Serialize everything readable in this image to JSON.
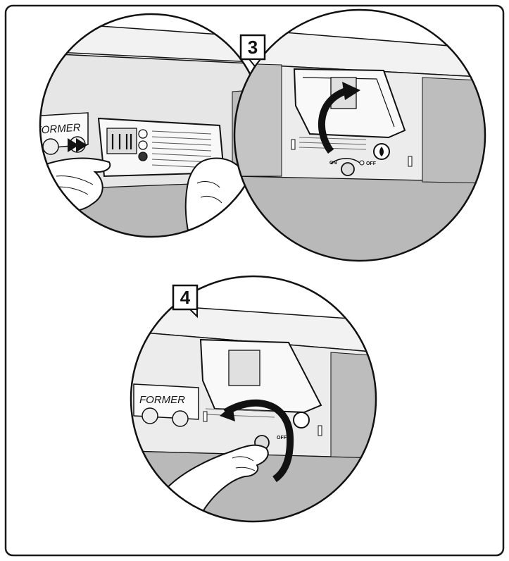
{
  "steps": {
    "step3": {
      "number": "3"
    },
    "step4": {
      "number": "4"
    }
  },
  "panel_text": {
    "brand": "FORMER",
    "on": "ON",
    "off": "OFF"
  },
  "colors": {
    "frame": "#1a1a1a",
    "fill_dark": "#b9b9b9",
    "fill_light": "#e4e4e4",
    "panel": "#f6f6f6",
    "line": "#111111"
  },
  "icons": [
    "double-arrow-icon",
    "curved-arrow-icon",
    "flame-icon",
    "hand-icon",
    "knob-icon"
  ]
}
